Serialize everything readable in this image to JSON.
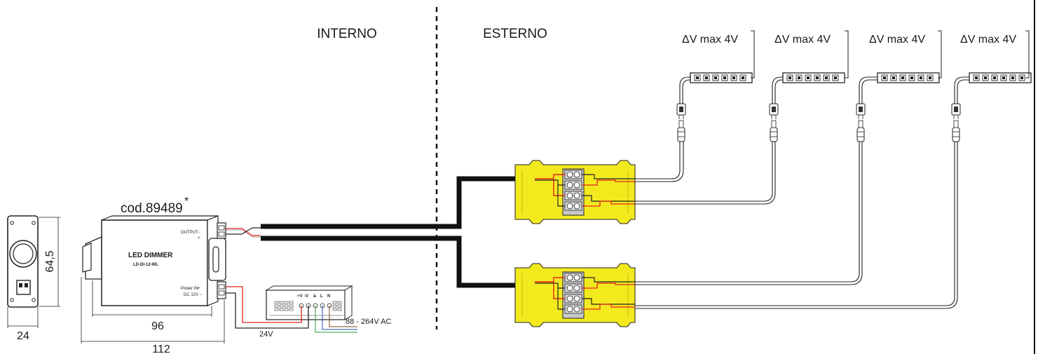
{
  "zones": {
    "interno": "INTERNO",
    "esterno": "ESTERNO"
  },
  "dimmer": {
    "code": "cod.89489",
    "asterisk": "*",
    "name": "LED DIMMER",
    "model": "LD-DI-12-WL",
    "output_label": "OUTPUT",
    "power_label": "Power IN",
    "dc_label": "DC 12V",
    "plus": "+",
    "minus": "−"
  },
  "dimensions": {
    "height": "64,5",
    "depth": "24",
    "width": "96",
    "total": "112"
  },
  "psu": {
    "output_voltage": "24V",
    "input_voltage": "88 - 264V  AC",
    "terminals": [
      "+V",
      "-V",
      "⏚",
      "L",
      "N"
    ]
  },
  "strips": [
    {
      "label": "ΔV max 4V"
    },
    {
      "label": "ΔV max 4V"
    },
    {
      "label": "ΔV max 4V"
    },
    {
      "label": "ΔV max 4V"
    }
  ],
  "colors": {
    "junction": "#f3ea1e",
    "red_wire": "#e5231b",
    "cable": "#111111",
    "terminal": "#c8c8c8"
  }
}
